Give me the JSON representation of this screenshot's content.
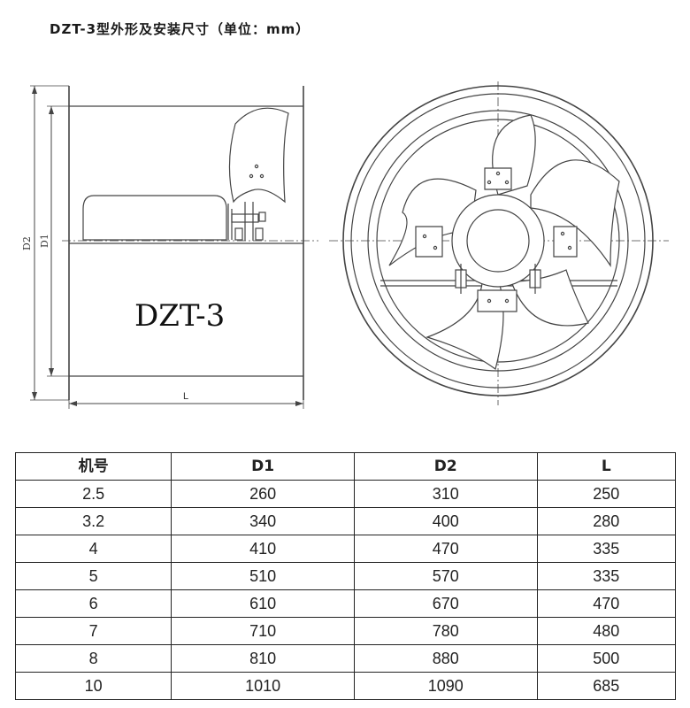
{
  "title": "DZT-3型外形及安装尺寸（单位：mm）",
  "side_view": {
    "label_model": "DZT-3",
    "dim_d2": "D2",
    "dim_d1": "D1",
    "dim_l": "L"
  },
  "table": {
    "headers": [
      "机号",
      "D1",
      "D2",
      "L"
    ],
    "rows": [
      [
        "2.5",
        "260",
        "310",
        "250"
      ],
      [
        "3.2",
        "340",
        "400",
        "280"
      ],
      [
        "4",
        "410",
        "470",
        "335"
      ],
      [
        "5",
        "510",
        "570",
        "335"
      ],
      [
        "6",
        "610",
        "670",
        "470"
      ],
      [
        "7",
        "710",
        "780",
        "480"
      ],
      [
        "8",
        "810",
        "880",
        "500"
      ],
      [
        "10",
        "1010",
        "1090",
        "685"
      ]
    ]
  }
}
